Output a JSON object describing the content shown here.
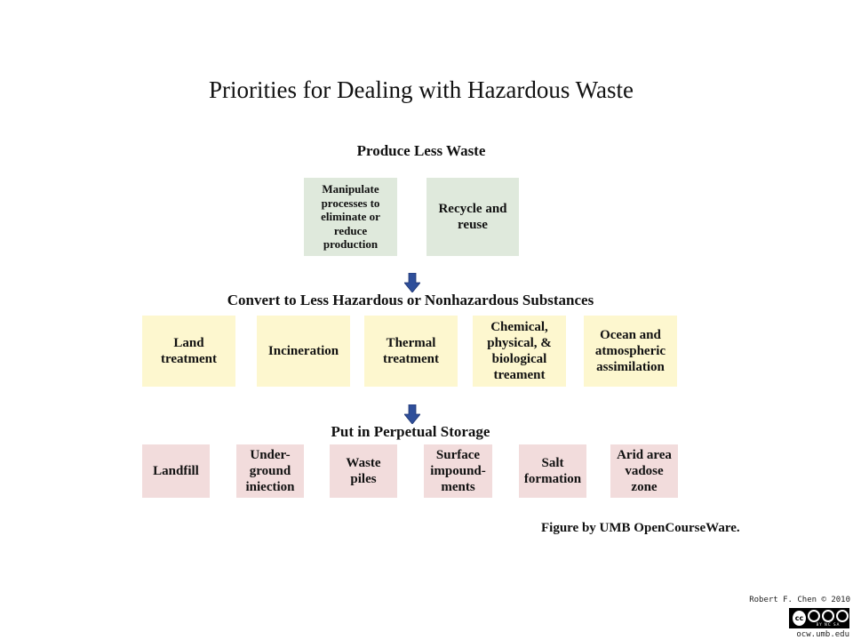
{
  "title": "Priorities for Dealing with Hazardous Waste",
  "tiers": [
    {
      "label": "Produce Less Waste",
      "color": "#dfe9dc",
      "items": [
        "Manipulate processes to eliminate or reduce production",
        "Recycle and reuse"
      ]
    },
    {
      "label": "Convert to Less Hazardous or Nonhazardous Substances",
      "color": "#fdf7cf",
      "items": [
        "Land treatment",
        "Incineration",
        "Thermal treatment",
        "Chemical, physical, & biological treament",
        "Ocean and atmospheric assimilation"
      ]
    },
    {
      "label": "Put in Perpetual Storage",
      "color": "#f2dcdc",
      "items": [
        "Landfill",
        "Under-ground iniection",
        "Waste piles",
        "Surface impound-ments",
        "Salt formation",
        "Arid area vadose zone"
      ]
    }
  ],
  "arrow_color": "#2f4f9a",
  "credit": "Figure by UMB OpenCourseWare.",
  "copyright": "Robert F. Chen © 2010",
  "license_badge": {
    "icon": "creative-commons-by-nc-sa-icon",
    "text": "BY NC SA"
  },
  "site": "ocw.umb.edu"
}
